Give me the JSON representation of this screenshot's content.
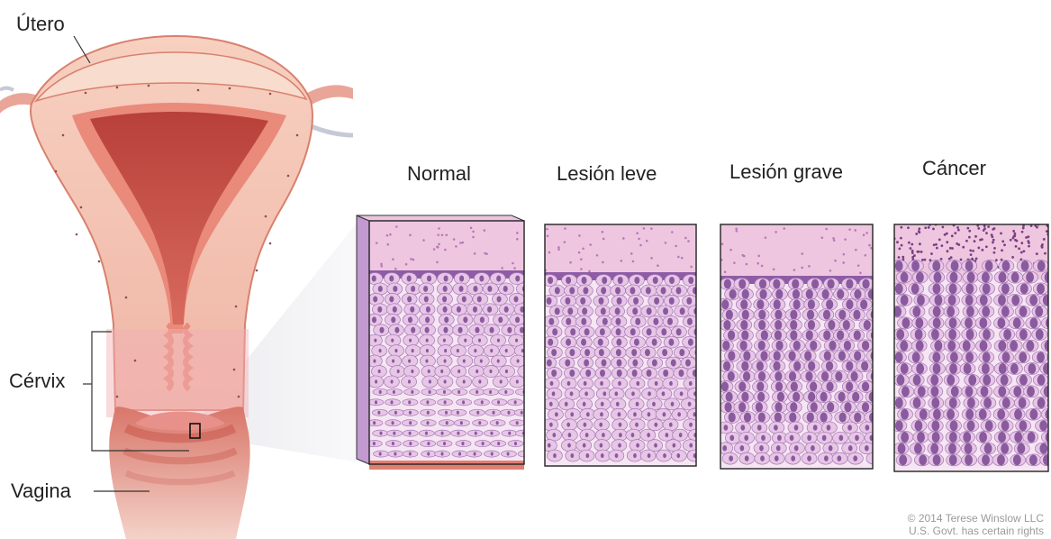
{
  "labels": {
    "uterus": "Útero",
    "cervix": "Cérvix",
    "vagina": "Vagina"
  },
  "panels": [
    {
      "title": "Normal",
      "stage": "normal"
    },
    {
      "title": "Lesión leve",
      "stage": "mild"
    },
    {
      "title": "Lesión grave",
      "stage": "severe"
    },
    {
      "title": "Cáncer",
      "stage": "cancer"
    }
  ],
  "credit": {
    "line1": "© 2014 Terese Winslow LLC",
    "line2": "U.S. Govt. has certain rights"
  },
  "colors": {
    "tissue_pink": "#f0b8a8",
    "tissue_dark": "#c8584c",
    "cavity": "#b8443c",
    "cell_fill": "#e8c6e6",
    "nucleus": "#8a5a9e",
    "connective": "#efc6e0"
  }
}
